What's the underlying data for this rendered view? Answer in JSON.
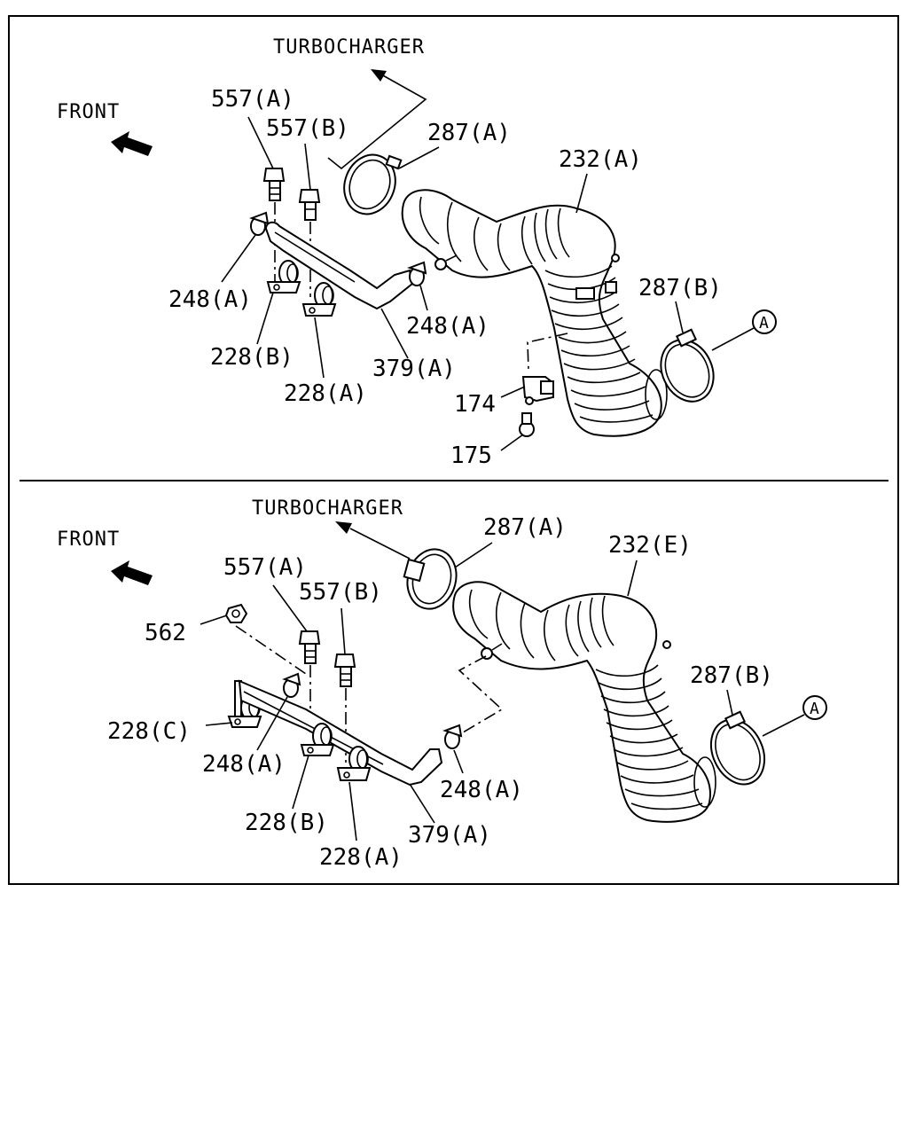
{
  "colors": {
    "line": "#000000",
    "background": "#ffffff"
  },
  "top": {
    "turbocharger": "TURBOCHARGER",
    "front": "FRONT",
    "labels": {
      "l557a": "557(A)",
      "l557b": "557(B)",
      "l287a": "287(A)",
      "l232a": "232(A)",
      "l248a_left": "248(A)",
      "l248a_right": "248(A)",
      "l287b": "287(B)",
      "l228b": "228(B)",
      "l228a": "228(A)",
      "l379a": "379(A)",
      "l174": "174",
      "l175": "175",
      "ref": "A"
    }
  },
  "bottom": {
    "turbocharger": "TURBOCHARGER",
    "front": "FRONT",
    "labels": {
      "l287a": "287(A)",
      "l232e": "232(E)",
      "l557a": "557(A)",
      "l557b": "557(B)",
      "l562": "562",
      "l287b": "287(B)",
      "l228c": "228(C)",
      "l248a_left": "248(A)",
      "l248a_right": "248(A)",
      "l228b": "228(B)",
      "l379a": "379(A)",
      "l228a": "228(A)",
      "ref": "A"
    }
  }
}
